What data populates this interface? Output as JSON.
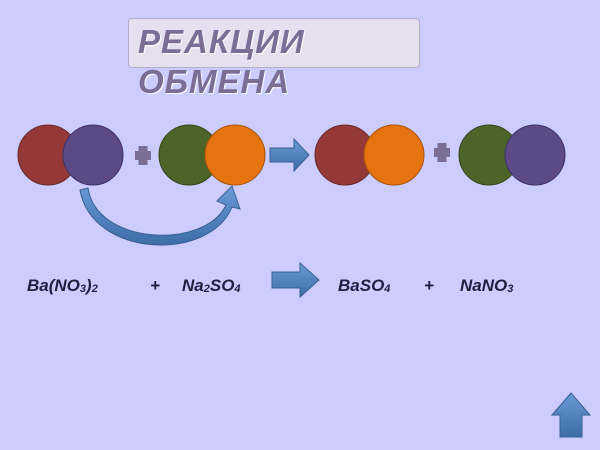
{
  "title": "РЕАКЦИИ ОБМЕНА",
  "equation": {
    "reactant1": {
      "a": "Ba(NO",
      "b": "3",
      "c": ")",
      "d": "2"
    },
    "plus1": "+",
    "reactant2": {
      "a": "Na",
      "b": "2",
      "c": "SO",
      "d": "4"
    },
    "product1": {
      "a": "BaSO",
      "b": "4"
    },
    "plus2": "+",
    "product2": {
      "a": "NaNO",
      "b": "3"
    }
  },
  "colors": {
    "background": "#CCCCFF",
    "barium": "#953838",
    "nitrate": "#5C4A86",
    "sodium": "#4D6428",
    "sulfate": "#E57310",
    "plus": "#7A6E96",
    "arrow": "#4F81BD"
  },
  "icons": {
    "reaction_arrow": "right-arrow-icon",
    "swap_arrow": "curved-arrow-icon",
    "nav": "up-arrow-icon"
  }
}
